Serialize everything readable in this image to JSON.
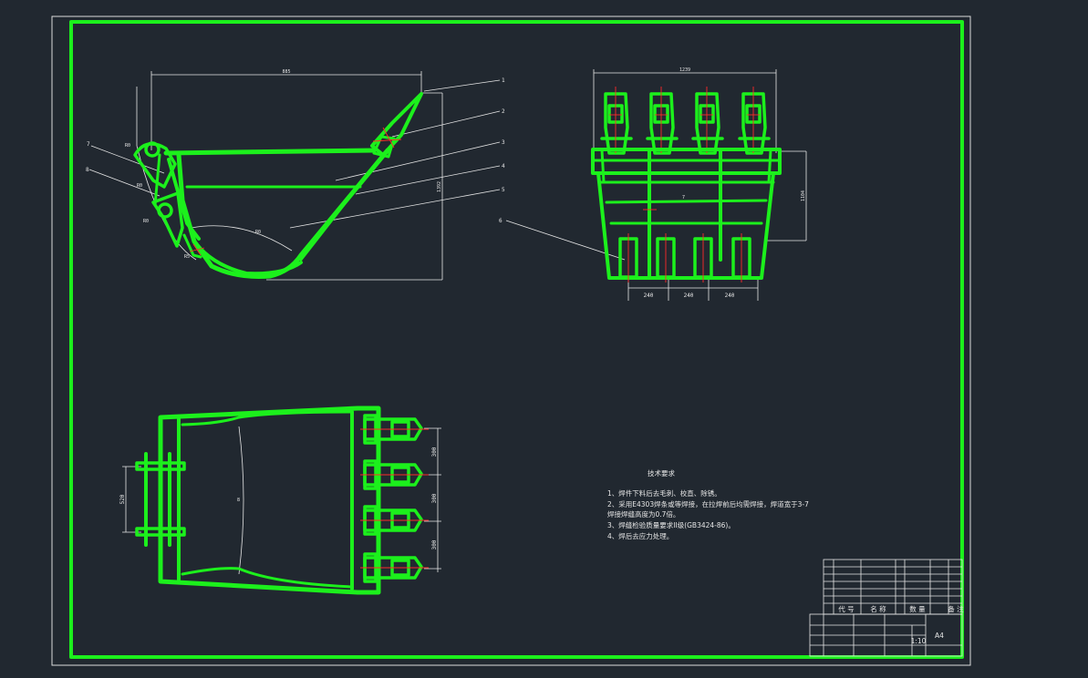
{
  "dimensions": {
    "side_width": "885",
    "side_height": "1392",
    "front_width": "1239",
    "front_height": "1104",
    "teeth_spacing": [
      "240",
      "240",
      "240"
    ],
    "top_left_width": "520",
    "top_right_spacing": [
      "300",
      "300",
      "300"
    ],
    "side_r1": "R0",
    "side_r2": "R0",
    "side_r3": "R0",
    "side_r4": "R5",
    "inner_r": "R0",
    "front_inner": "7",
    "top_mid": "8"
  },
  "part_numbers": {
    "p1": "1",
    "p2": "2",
    "p3": "3",
    "p4": "4",
    "p5": "5",
    "p6": "6",
    "p7": "7",
    "p8": "8"
  },
  "tech_requirements": {
    "title": "技术要求",
    "items": [
      "1、焊件下料后去毛刺、校直、除锈。",
      "2、采用E4303焊条或等焊接，在拉焊前后均需焊接，焊道宽于3-7",
      "   焊接焊缝高度为0.7倍。",
      "3、焊缝检验质量要求II级(GB3424-86)。",
      "4、焊后去应力处理。"
    ]
  },
  "title_block": {
    "header_code": "代 号",
    "header_name": "名 称",
    "header_qty": "数 量",
    "header_note": "备 注",
    "sheet_size": "A4",
    "scale": "1:10"
  }
}
